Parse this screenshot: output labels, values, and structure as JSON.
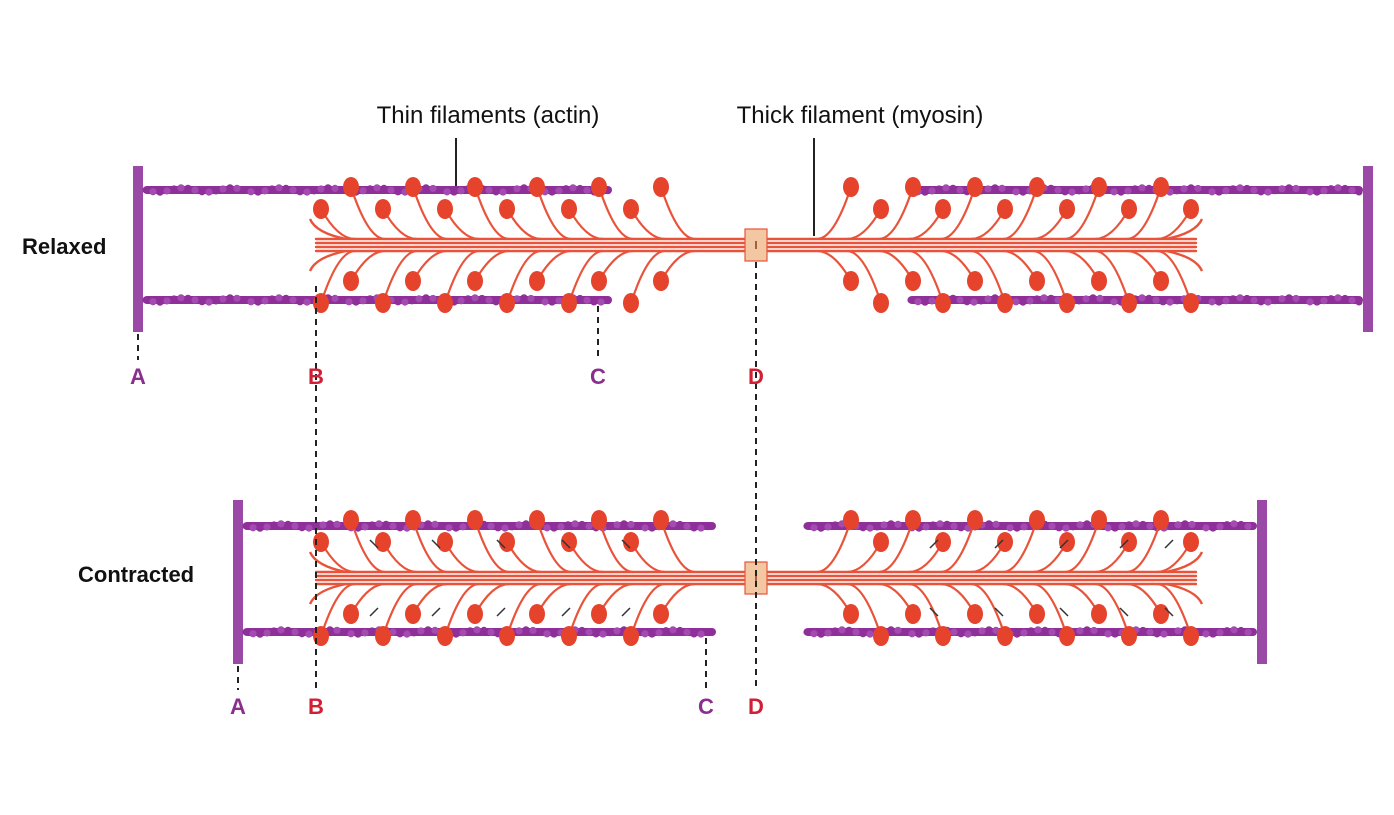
{
  "labels": {
    "thin_filaments": "Thin filaments (actin)",
    "thick_filament": "Thick filament (myosin)",
    "relaxed": "Relaxed",
    "contracted": "Contracted"
  },
  "markers": {
    "relaxed": [
      "A",
      "B",
      "C",
      "D"
    ],
    "contracted": [
      "A",
      "B",
      "C",
      "D"
    ]
  },
  "colors": {
    "z_line": "#9b49a6",
    "actin": "#8f2f9a",
    "actin_bead": "#a34bb0",
    "myosin": "#e8533a",
    "myosin_head": "#e5432c",
    "m_line": "#f2c7a2",
    "marker_purple": "#8b2f8f",
    "marker_red": "#d11f35",
    "text": "#111111",
    "leader": "#222222"
  }
}
